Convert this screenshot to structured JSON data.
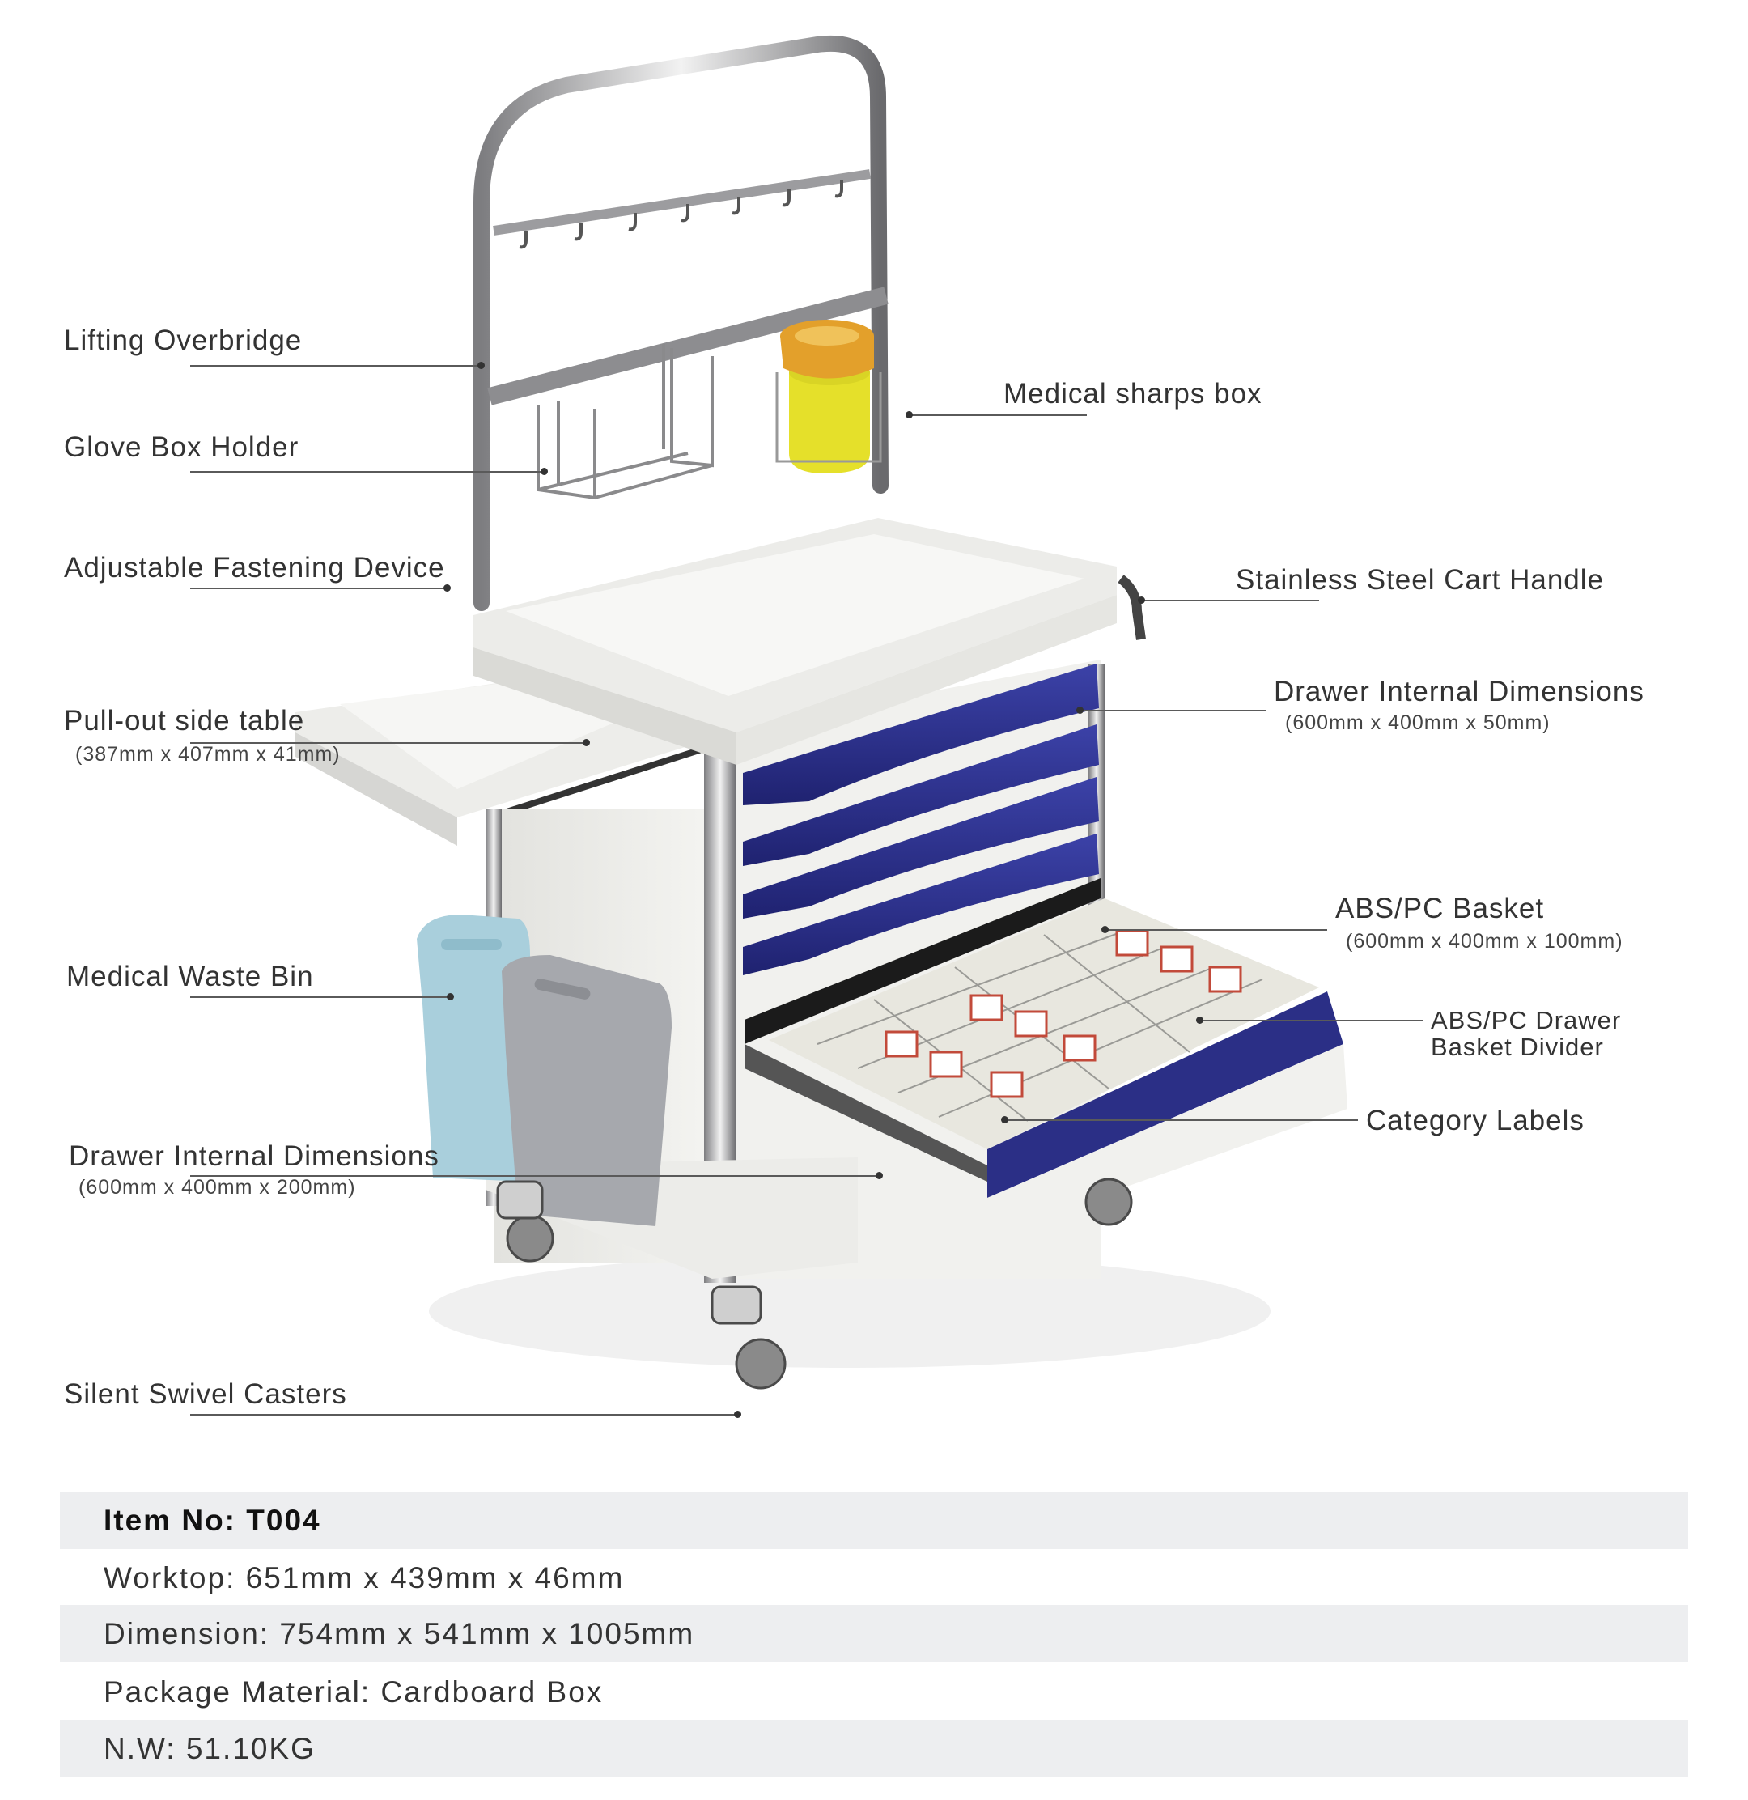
{
  "callouts": {
    "lifting_overbridge": "Lifting Overbridge",
    "glove_box_holder": "Glove Box Holder",
    "adjustable_fastening": "Adjustable Fastening Device",
    "pullout_side_table": "Pull-out side table",
    "pullout_side_table_dim": "(387mm x  407mm x 41mm)",
    "medical_waste_bin": "Medical Waste Bin",
    "drawer_internal_large": "Drawer Internal Dimensions",
    "drawer_internal_large_dim": "(600mm x  400mm x 200mm)",
    "silent_casters": "Silent Swivel Casters",
    "medical_sharps_box": "Medical sharps box",
    "cart_handle": "Stainless Steel Cart Handle",
    "drawer_internal_small": "Drawer Internal Dimensions",
    "drawer_internal_small_dim": "(600mm x  400mm x 50mm)",
    "abs_pc_basket": "ABS/PC Basket",
    "abs_pc_basket_dim": "(600mm x  400mm x 100mm)",
    "basket_divider_line1": "ABS/PC Drawer",
    "basket_divider_line2": "Basket Divider",
    "category_labels": "Category Labels"
  },
  "specs": {
    "item_no": "Item No:  T004",
    "worktop": "Worktop:  651mm x 439mm x 46mm",
    "dimension": "Dimension:  754mm x 541mm x 1005mm",
    "package": "Package Material:  Cardboard Box",
    "nw": "N.W:  51.10KG"
  },
  "colors": {
    "drawer_handle_blue": "#2b2f86",
    "cart_body": "#efefeb",
    "sharps_box_yellow": "#e5e02a",
    "sharps_lid_orange": "#e3a02b",
    "waste_bin_blue": "#a9cfdc",
    "waste_bin_gray": "#a6a8ad",
    "spec_row_shade": "#edeef0"
  }
}
